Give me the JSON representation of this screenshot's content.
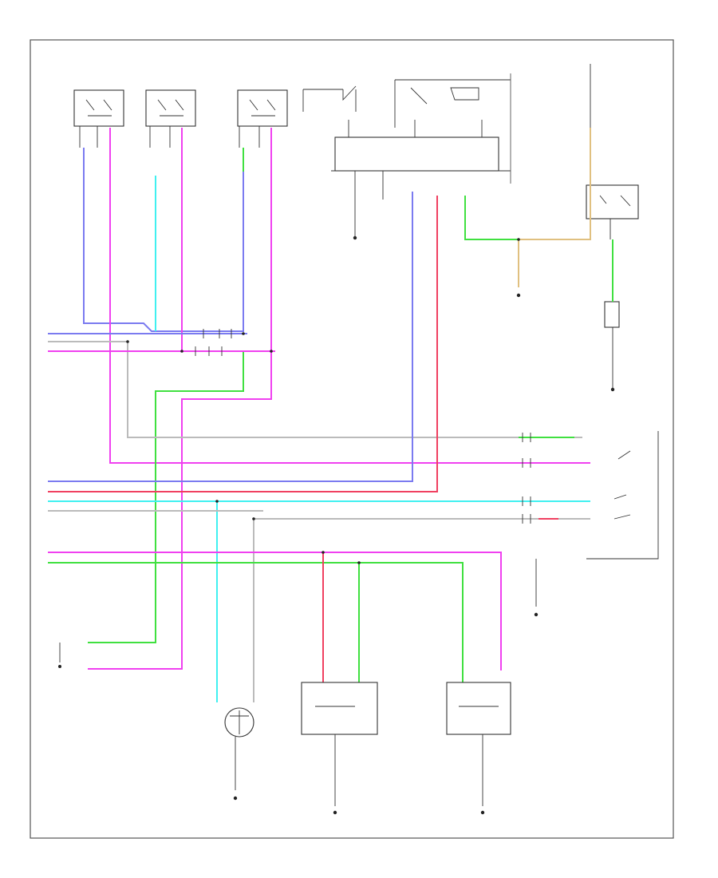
{
  "diagram": {
    "figure_code": "",
    "colors": {
      "violet": "#7b7bf0",
      "pink": "#f040f0",
      "green": "#40e040",
      "cyan": "#40f0f0",
      "red": "#f04060",
      "tan": "#e0c080",
      "gray": "#999999",
      "black": "#333333"
    },
    "components": [
      {
        "name": "relay-1",
        "icon": "relay-icon"
      },
      {
        "name": "relay-2",
        "icon": "relay-icon"
      },
      {
        "name": "relay-3",
        "icon": "relay-icon"
      },
      {
        "name": "control-unit",
        "icon": "module-icon"
      },
      {
        "name": "right-relay",
        "icon": "relay-icon"
      },
      {
        "name": "right-sensor",
        "icon": "sensor-icon"
      },
      {
        "name": "switch-assembly",
        "icon": "switch-icon"
      },
      {
        "name": "lower-module-center",
        "icon": "module-icon"
      },
      {
        "name": "lower-module-right",
        "icon": "module-icon"
      },
      {
        "name": "round-switch",
        "icon": "switch-icon"
      }
    ]
  }
}
